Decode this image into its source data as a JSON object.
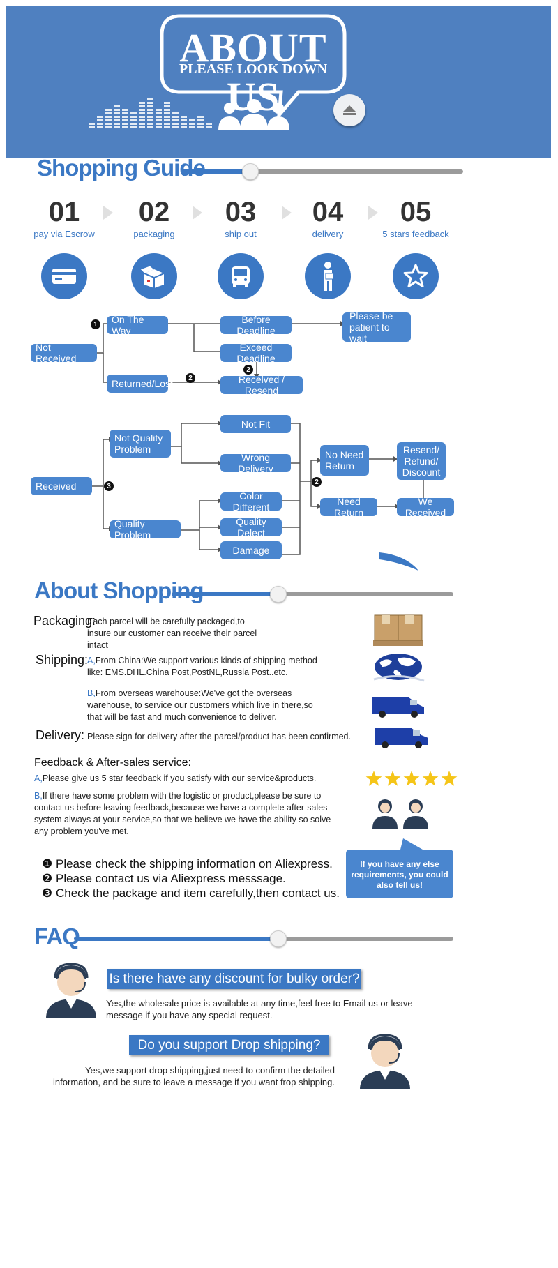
{
  "header": {
    "title": "ABOUT US",
    "subtitle": "PLEASE LOOK DOWN"
  },
  "shopping_guide": {
    "title": "Shopping Guide",
    "progress": 0.25,
    "steps": [
      {
        "num": "01",
        "label": "pay via Escrow",
        "icon": "credit-card-icon"
      },
      {
        "num": "02",
        "label": "packaging",
        "icon": "box-icon"
      },
      {
        "num": "03",
        "label": "ship out",
        "icon": "bus-icon"
      },
      {
        "num": "04",
        "label": "delivery",
        "icon": "courier-icon"
      },
      {
        "num": "05",
        "label": "5 stars feedback",
        "icon": "star-icon"
      }
    ]
  },
  "flow1": {
    "not_received": "Not   Received",
    "on_the_way": "On The Way",
    "returned_lost": "Returned/Lost",
    "before_deadline": "Before Deadline",
    "exceed_deadline": "Exceed Deadline",
    "received_resend": "Recelved / Resend",
    "please_wait": "Please be patient to wait",
    "marker1": "1",
    "marker2a": "2",
    "marker2b": "2"
  },
  "flow2": {
    "received": "Received",
    "not_quality": "Not   Quality Problem",
    "quality_problem": "Quality Problem",
    "not_fit": "Not Fit",
    "wrong_delivery": "Wrong Delivery",
    "color_different": "Color Different",
    "quality_defect": "Quality Delect",
    "damage": "Damage",
    "no_need_return": "No Need Return",
    "need_return": "Need Return",
    "resend_refund": "Resend/ Refund/ Discount",
    "we_received": "We Received",
    "marker3": "3",
    "marker2": "2"
  },
  "about_shopping": {
    "title": "About Shopping",
    "progress": 0.38,
    "packaging_label": "Packaging:",
    "packaging_text": "Each parcel will be carefully packaged,to insure our customer can receive their parcel intact",
    "shipping_label": "Shipping:",
    "shipping_a_prefix": "A,",
    "shipping_a_text": "From China:We support various kinds of shipping method like: EMS.DHL.China Post,PostNL,Russia Post..etc.",
    "shipping_b_prefix": "B,",
    "shipping_b_text": "From overseas warehouse:We've got the overseas warehouse, to service our customers which live in there,so that will be fast and much convenience to deliver.",
    "delivery_label": "Delivery:",
    "delivery_text": "Please sign for delivery after the parcel/product has been confirmed.",
    "feedback_title": "Feedback & After-sales service:",
    "feedback_a_prefix": "A,",
    "feedback_a_text": "Please give us 5 star feedback if you satisfy with our service&products.",
    "feedback_b_prefix": "B,",
    "feedback_b_text": "If there have some problem with the logistic or product,please be sure to contact us before leaving feedback,because we have a complete after-sales system always at your service,so that we believe we have the ability so solve any problem you've met.",
    "stars": 5
  },
  "notes": {
    "items": [
      {
        "mark": "❶",
        "text": "Please check the shipping information on Aliexpress."
      },
      {
        "mark": "❷",
        "text": "Please contact us via Aliexpress messsage."
      },
      {
        "mark": "❸",
        "text": "Check the package and item carefully,then contact us."
      }
    ],
    "callout": "If you have any else requirements, you could also tell us!"
  },
  "faq": {
    "title": "FAQ",
    "progress": 0.54,
    "q1": "Is there have any discount for bulky order?",
    "a1": "Yes,the wholesale price is available at any time,feel free to Email us or leave message if you have any special request.",
    "q2": "Do you support Drop shipping?",
    "a2": "Yes,we support drop shipping,just need to confirm the detailed information, and be sure to leave a message if you want frop shipping."
  },
  "colors": {
    "primary": "#4f80c0",
    "accent": "#3b78c4",
    "box": "#4a86cf",
    "star": "#f5c518"
  }
}
